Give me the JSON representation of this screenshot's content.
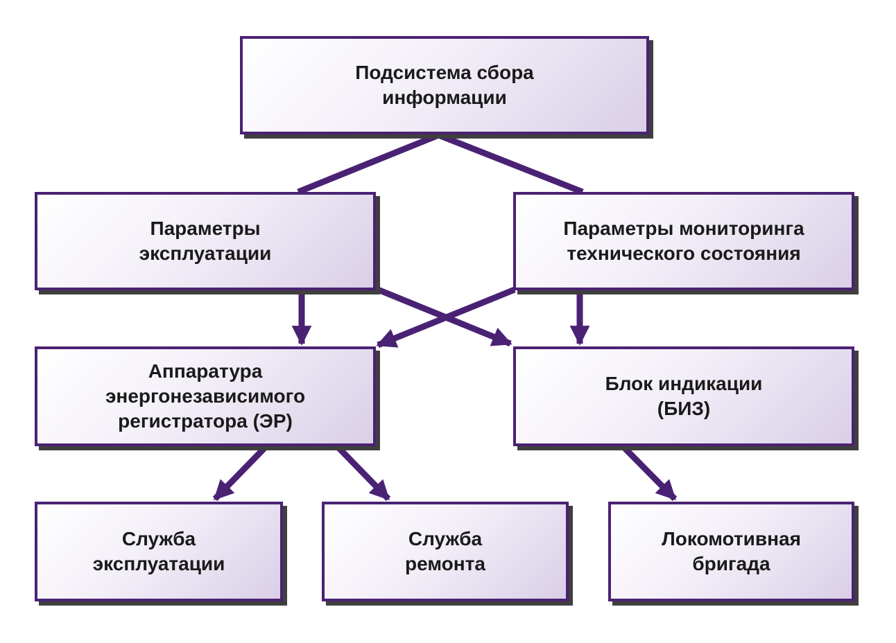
{
  "colors": {
    "border": "#4a2273",
    "connector": "#4a2273",
    "shadow": "#3f3f3f",
    "fill_light": "#ffffff",
    "fill_dark": "#d9cfe7",
    "text": "#1a1a1a"
  },
  "nodes": {
    "data_collection": {
      "lines": [
        "Подсистема сбора",
        "информации"
      ]
    },
    "operation_params": {
      "lines": [
        "Параметры",
        "эксплуатации"
      ]
    },
    "monitoring_params": {
      "lines": [
        "Параметры мониторинга",
        "технического состояния"
      ]
    },
    "recorder": {
      "lines": [
        "Аппаратура",
        "энергонезависимого",
        "регистратора (ЭР)"
      ]
    },
    "indication": {
      "lines": [
        "Блок индикации",
        "(БИЗ)"
      ]
    },
    "operation_service": {
      "lines": [
        "Служба",
        "эксплуатации"
      ]
    },
    "repair_service": {
      "lines": [
        "Служба",
        "ремонта"
      ]
    },
    "crew": {
      "lines": [
        "Локомотивная",
        "бригада"
      ]
    }
  }
}
